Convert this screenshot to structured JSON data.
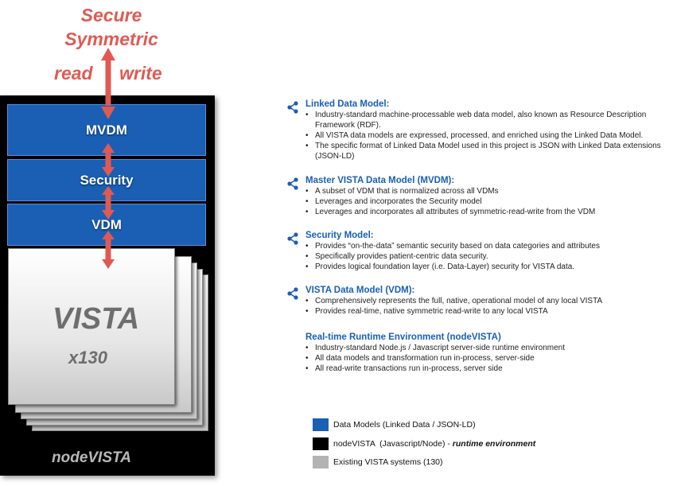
{
  "top": {
    "line1": "Secure",
    "line2": "Symmetric",
    "read": "read",
    "write": "write"
  },
  "stack": {
    "layers": [
      "MVDM",
      "Security",
      "VDM"
    ],
    "vista": "VISTA",
    "count": "x130",
    "footer": "nodeVISTA"
  },
  "sections": [
    {
      "title": "Linked Data Model:",
      "has_icon": true,
      "bullets": [
        "Industry-standard machine-processable web data model, also known as Resource Description Framework (RDF).",
        "All VISTA data models are expressed, processed, and enriched using the Linked Data Model.",
        "The specific format of Linked Data Model used in this project is JSON with Linked Data extensions (JSON-LD)"
      ]
    },
    {
      "title": "Master VISTA Data Model (MVDM):",
      "has_icon": true,
      "bullets": [
        "A subset of VDM that  is normalized across all VDMs",
        "Leverages and incorporates the Security model",
        "Leverages and incorporates all attributes of symmetric-read-write from the VDM"
      ]
    },
    {
      "title": "Security Model:",
      "has_icon": true,
      "bullets": [
        "Provides “on-the-data”  semantic security based on data categories and attributes",
        "Specifically provides patient-centric data security.",
        "Provides logical foundation layer (i.e. Data-Layer) security for VISTA data."
      ]
    },
    {
      "title": "VISTA Data Model (VDM):",
      "has_icon": true,
      "bullets": [
        "Comprehensively represents the full, native, operational model of any local VISTA",
        "Provides real-time, native symmetric read-write to any local VISTA"
      ]
    },
    {
      "title": "Real-time Runtime Environment (nodeVISTA)",
      "has_icon": false,
      "bullets": [
        "Industry-standard  Node.js / Javascript server-side runtime environment",
        "All data models and transformation run in-process, server-side",
        "All  read-write transactions run in-process, server side"
      ]
    }
  ],
  "legend": [
    {
      "label": "Data Models  (Linked Data /  JSON-LD)",
      "color": "#1a5fb4"
    },
    {
      "label": "nodeVISTA  (Javascript/Node) - ",
      "label_em": "runtime environment",
      "color": "#000000"
    },
    {
      "label": "Existing VISTA systems (130)",
      "color": "#b3b3b3"
    }
  ],
  "colors": {
    "accent_blue": "#1a5fb4",
    "arrow_red": "#e05a52"
  }
}
